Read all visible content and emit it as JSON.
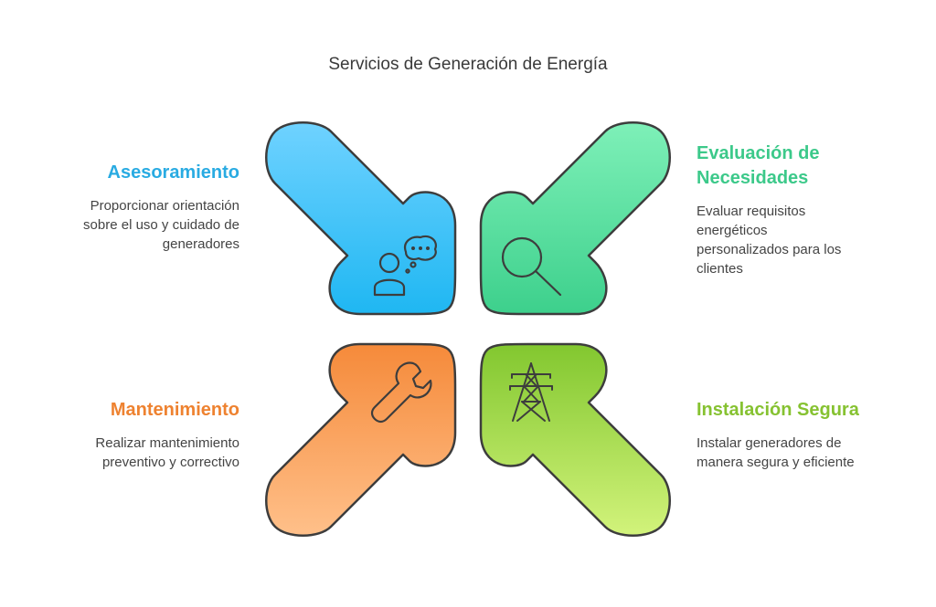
{
  "title": "Servicios de Generación de Energía",
  "colors": {
    "asesoramiento": "#29ABE2",
    "evaluacion": "#3CC98A",
    "mantenimiento": "#EE8230",
    "instalacion": "#86C231",
    "outline": "#3d3d3d"
  },
  "quadrants": {
    "asesoramiento": {
      "heading": "Asesoramiento",
      "desc_lines": [
        "Proporcionar orientación",
        "sobre el uso y cuidado de",
        "generadores"
      ],
      "icon": "person-thought-icon"
    },
    "evaluacion": {
      "heading_lines": [
        "Evaluación de",
        "Necesidades"
      ],
      "desc_lines": [
        "Evaluar requisitos",
        "energéticos",
        "personalizados para los",
        "clientes"
      ],
      "icon": "magnifier-icon"
    },
    "mantenimiento": {
      "heading": "Mantenimiento",
      "desc_lines": [
        "Realizar mantenimiento",
        "preventivo y correctivo"
      ],
      "icon": "wrench-icon"
    },
    "instalacion": {
      "heading": "Instalación Segura",
      "desc_lines": [
        "Instalar generadores de",
        "manera segura y eficiente"
      ],
      "icon": "power-tower-icon"
    }
  }
}
